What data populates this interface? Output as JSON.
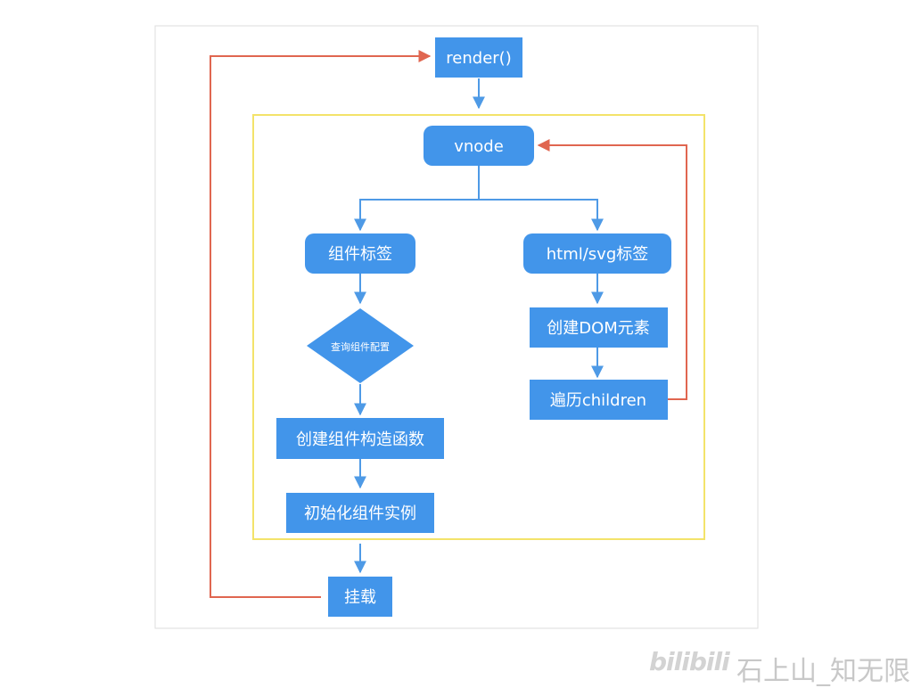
{
  "diagram": {
    "nodes": {
      "render": "render()",
      "vnode": "vnode",
      "component_tag": "组件标签",
      "html_svg_tag": "html/svg标签",
      "query_config": "查询组件配置",
      "create_constructor": "创建组件构造函数",
      "create_dom": "创建DOM元素",
      "traverse_children": "遍历children",
      "init_instance": "初始化组件实例",
      "mount": "挂载"
    },
    "colors": {
      "node_fill": "#4295ea",
      "flow_arrow": "#4e9ae6",
      "loop_arrow": "#e06650",
      "highlight_frame": "#f3e36a",
      "outer_frame": "#dddddd"
    }
  },
  "watermark": {
    "brand": "bilibili",
    "author": "石上山_知无限"
  }
}
